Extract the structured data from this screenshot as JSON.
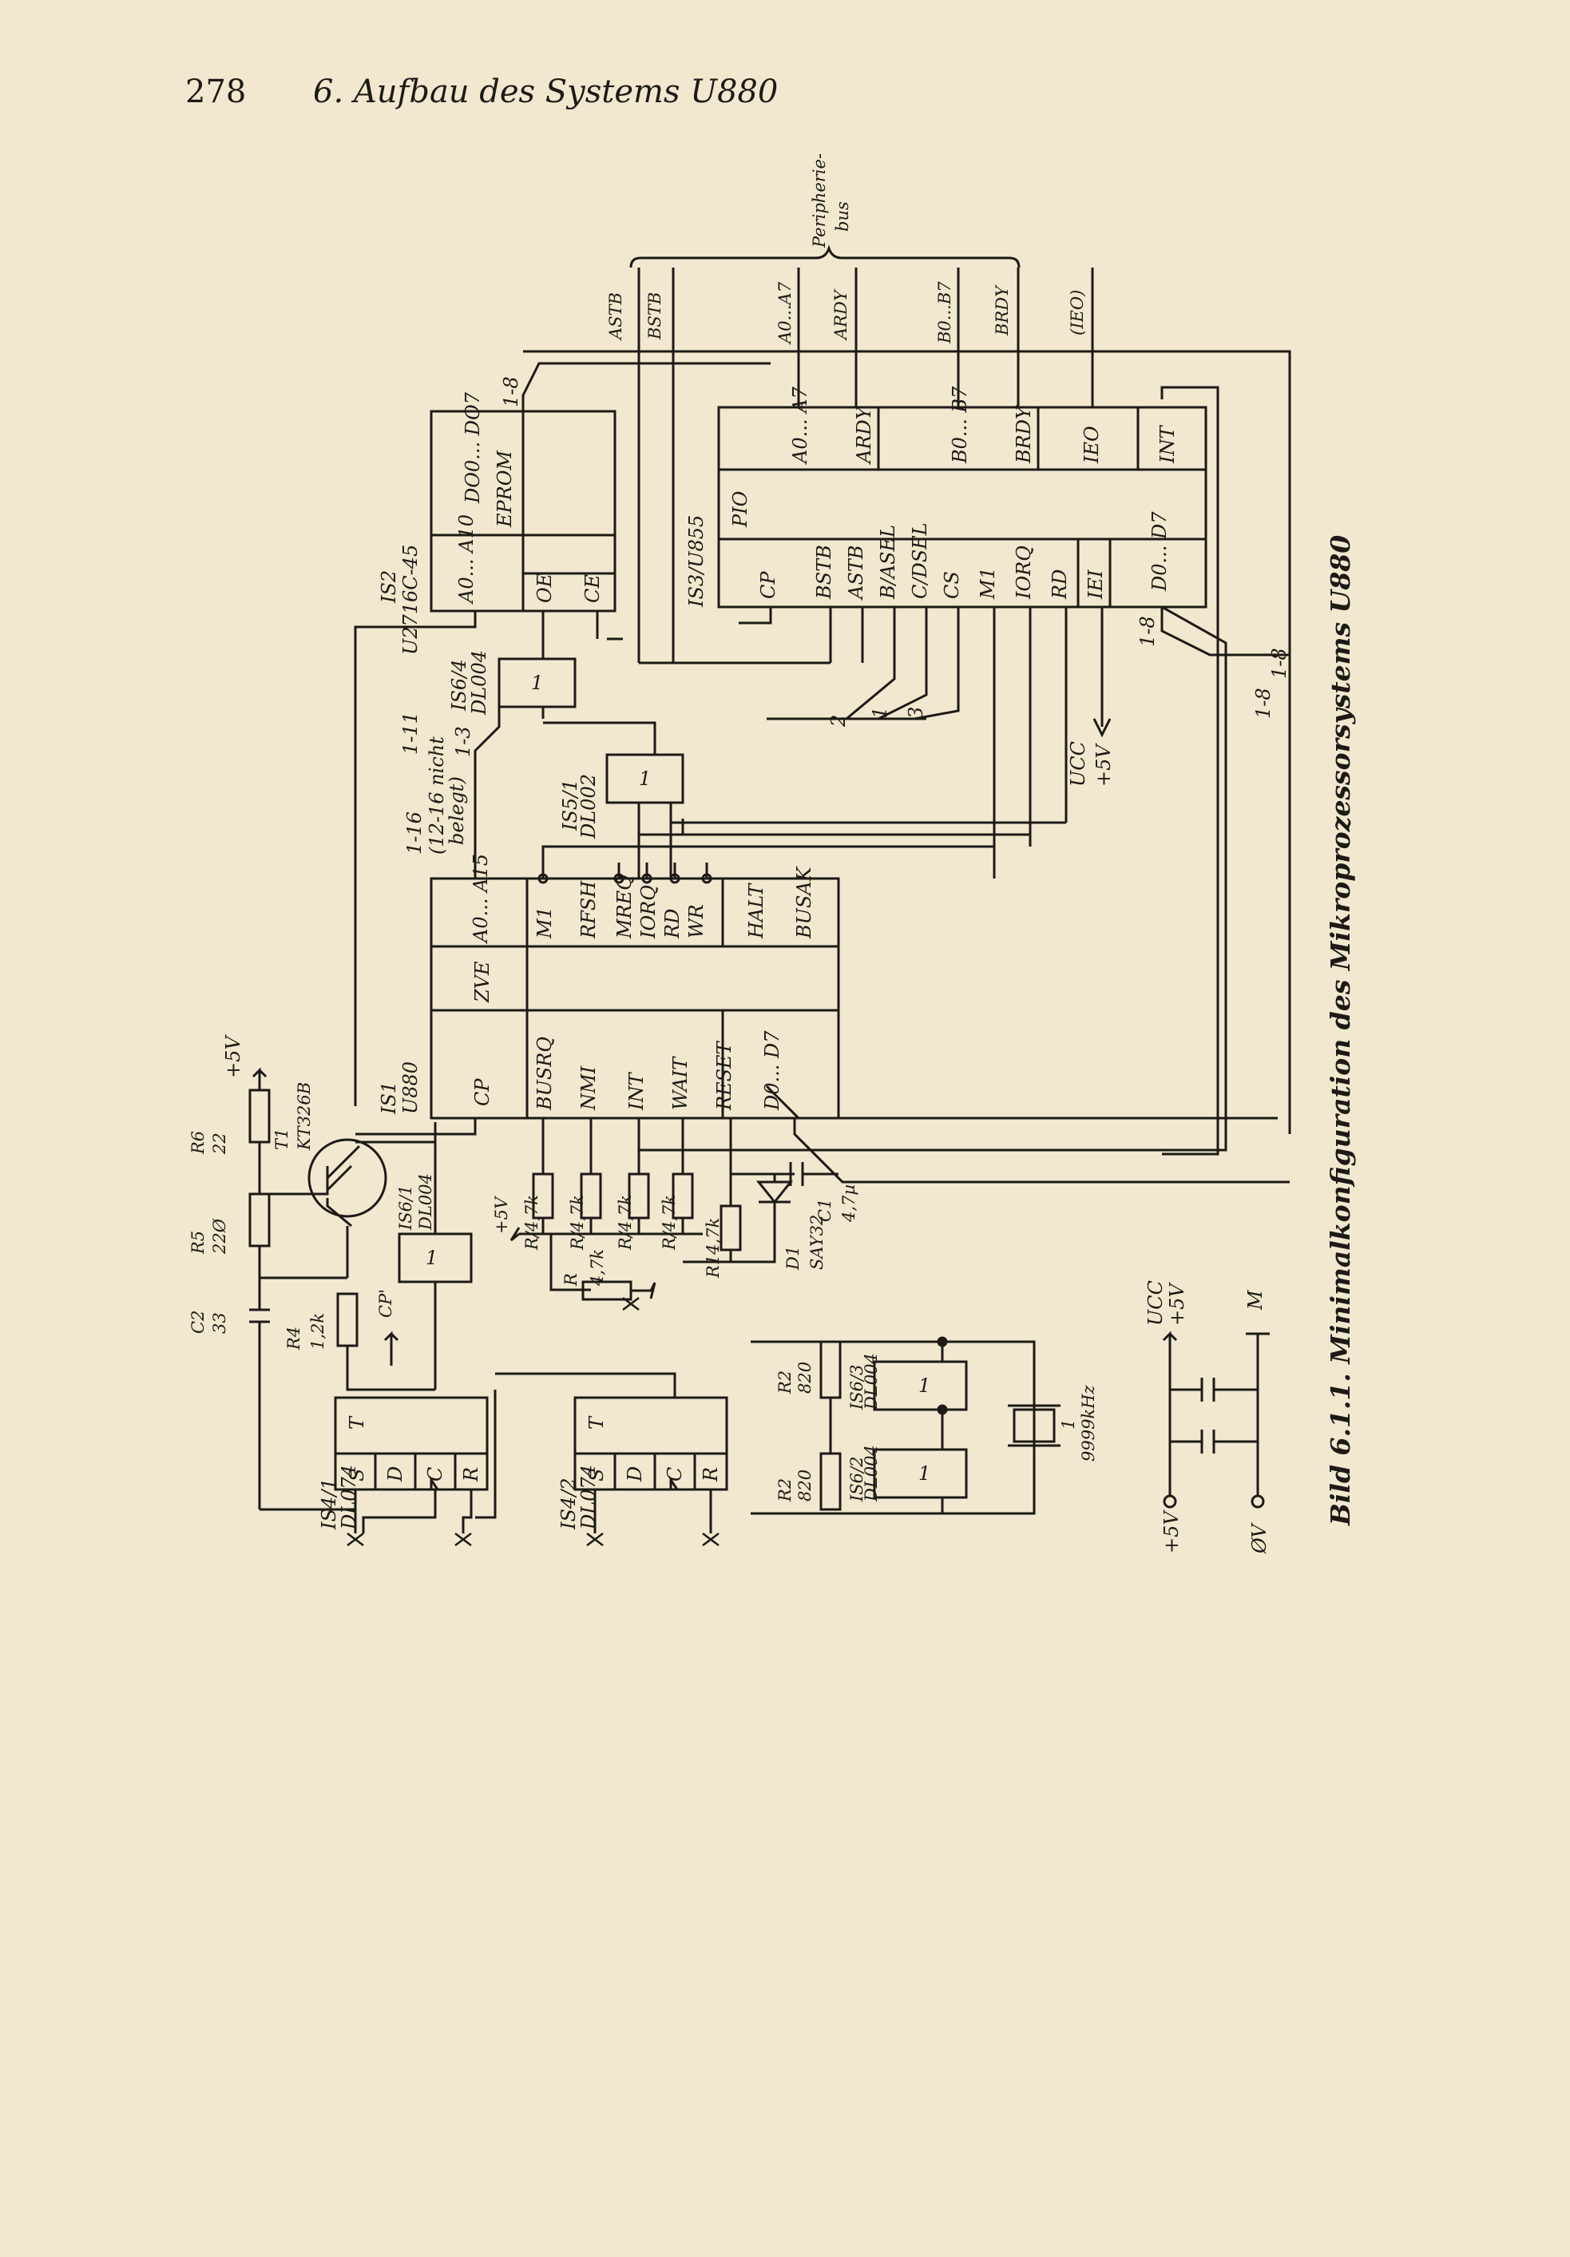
{
  "header": {
    "page_number": "278",
    "chapter_title": "6. Aufbau des Systems U880"
  },
  "caption": "Bild 6.1.1. Minimalkonfiguration des Mikroprozessorsystems U880",
  "peripheral_bus": {
    "label_line1": "Peripherie-",
    "label_line2": "bus",
    "signals": [
      "ASTB",
      "BSTB",
      "A0...A7",
      "ARDY",
      "B0...B7",
      "BRDY",
      "(IEO)"
    ]
  },
  "eprom": {
    "ref": "IS2",
    "type": "U2716C-45",
    "name": "EPROM",
    "pins_addr": "A0... A10",
    "pin_oe": "OE",
    "pin_ce": "CE",
    "pins_data": "DO0... DO7",
    "bus_label": "1-8"
  },
  "pio": {
    "ref": "IS3/U855",
    "name": "PIO",
    "pins_left": [
      "CP",
      "BSTB",
      "ASTB",
      "B/ASEL",
      "C/DSEL",
      "CS",
      "M1",
      "IORQ",
      "RD",
      "IEI",
      "D0... D7"
    ],
    "pins_right": [
      "A0... A7",
      "ARDY",
      "B0... B7",
      "BRDY",
      "IEO",
      "INT"
    ],
    "bus_labels": [
      "1-8",
      "1-8",
      "1-8"
    ]
  },
  "cpu": {
    "ref": "IS1",
    "type": "U880",
    "name": "ZVE",
    "pin_cp": "CP",
    "pins_addr": "A0... A15",
    "pins_ctrl": [
      "M1",
      "RFSH",
      "MREQ",
      "IORQ",
      "RD",
      "WR",
      "HALT",
      "BUSAK"
    ],
    "pins_inputs": [
      "BUSRQ",
      "NMI",
      "INT",
      "WAIT",
      "RESET"
    ],
    "pins_data": "D0... D7"
  },
  "addr_bus": {
    "labels": [
      "1-11",
      "1-16",
      "1-3"
    ],
    "note_line1": "(12-16 nicht",
    "note_line2": "belegt)"
  },
  "gates": {
    "is6_4": {
      "ref": "IS6/4",
      "type": "DL004",
      "symbol": "1"
    },
    "is5_1": {
      "ref": "IS5/1",
      "type": "DL002",
      "symbol": "1"
    },
    "is6_1": {
      "ref": "IS6/1",
      "type": "DL004",
      "symbol": "1"
    },
    "is6_3": {
      "ref": "IS6/3",
      "type": "DL004",
      "symbol": "1"
    },
    "is6_2": {
      "ref": "IS6/2",
      "type": "DL004",
      "symbol": "1"
    }
  },
  "decoder_lines": [
    "2",
    "1",
    "3"
  ],
  "ucc_label": "UCC",
  "ucc_value": "+5V",
  "clock": {
    "r6": {
      "ref": "R6",
      "value": "22"
    },
    "r5": {
      "ref": "R5",
      "value": "22Ø"
    },
    "r4": {
      "ref": "R4",
      "value": "1,2k"
    },
    "c2": {
      "ref": "C2",
      "value": "33"
    },
    "t1": {
      "ref": "T1",
      "type": "KT326B"
    },
    "plus5v": "+5V",
    "cp_prime": "CP'"
  },
  "pullups": {
    "labels": [
      "R/4,7k",
      "R/4,7k",
      "R/4,7k",
      "R/4,7k",
      "R14,7k"
    ],
    "supply": "+5V",
    "r_extra": "R",
    "r_extra_value": "4,7k",
    "c1": {
      "ref": "C1",
      "value": "4,7µ"
    },
    "d1": {
      "ref": "D1",
      "type": "SAY32"
    }
  },
  "flipflops": [
    {
      "ref": "IS4/1",
      "type": "DL074",
      "pins": [
        "S",
        "D",
        "C",
        "R",
        "T"
      ]
    },
    {
      "ref": "IS4/2",
      "type": "DL074",
      "pins": [
        "S",
        "D",
        "C",
        "R",
        "T"
      ]
    }
  ],
  "oscillator": {
    "r2a": {
      "ref": "R2",
      "value": "820"
    },
    "r2b": {
      "ref": "R2",
      "value": "820"
    },
    "crystal": {
      "ref": "1",
      "value": "9999kHz"
    }
  },
  "power": {
    "plus5v": "+5V",
    "zero_v": "ØV",
    "ucc": "UCC",
    "ucc_value": "+5V",
    "ground": "M"
  }
}
